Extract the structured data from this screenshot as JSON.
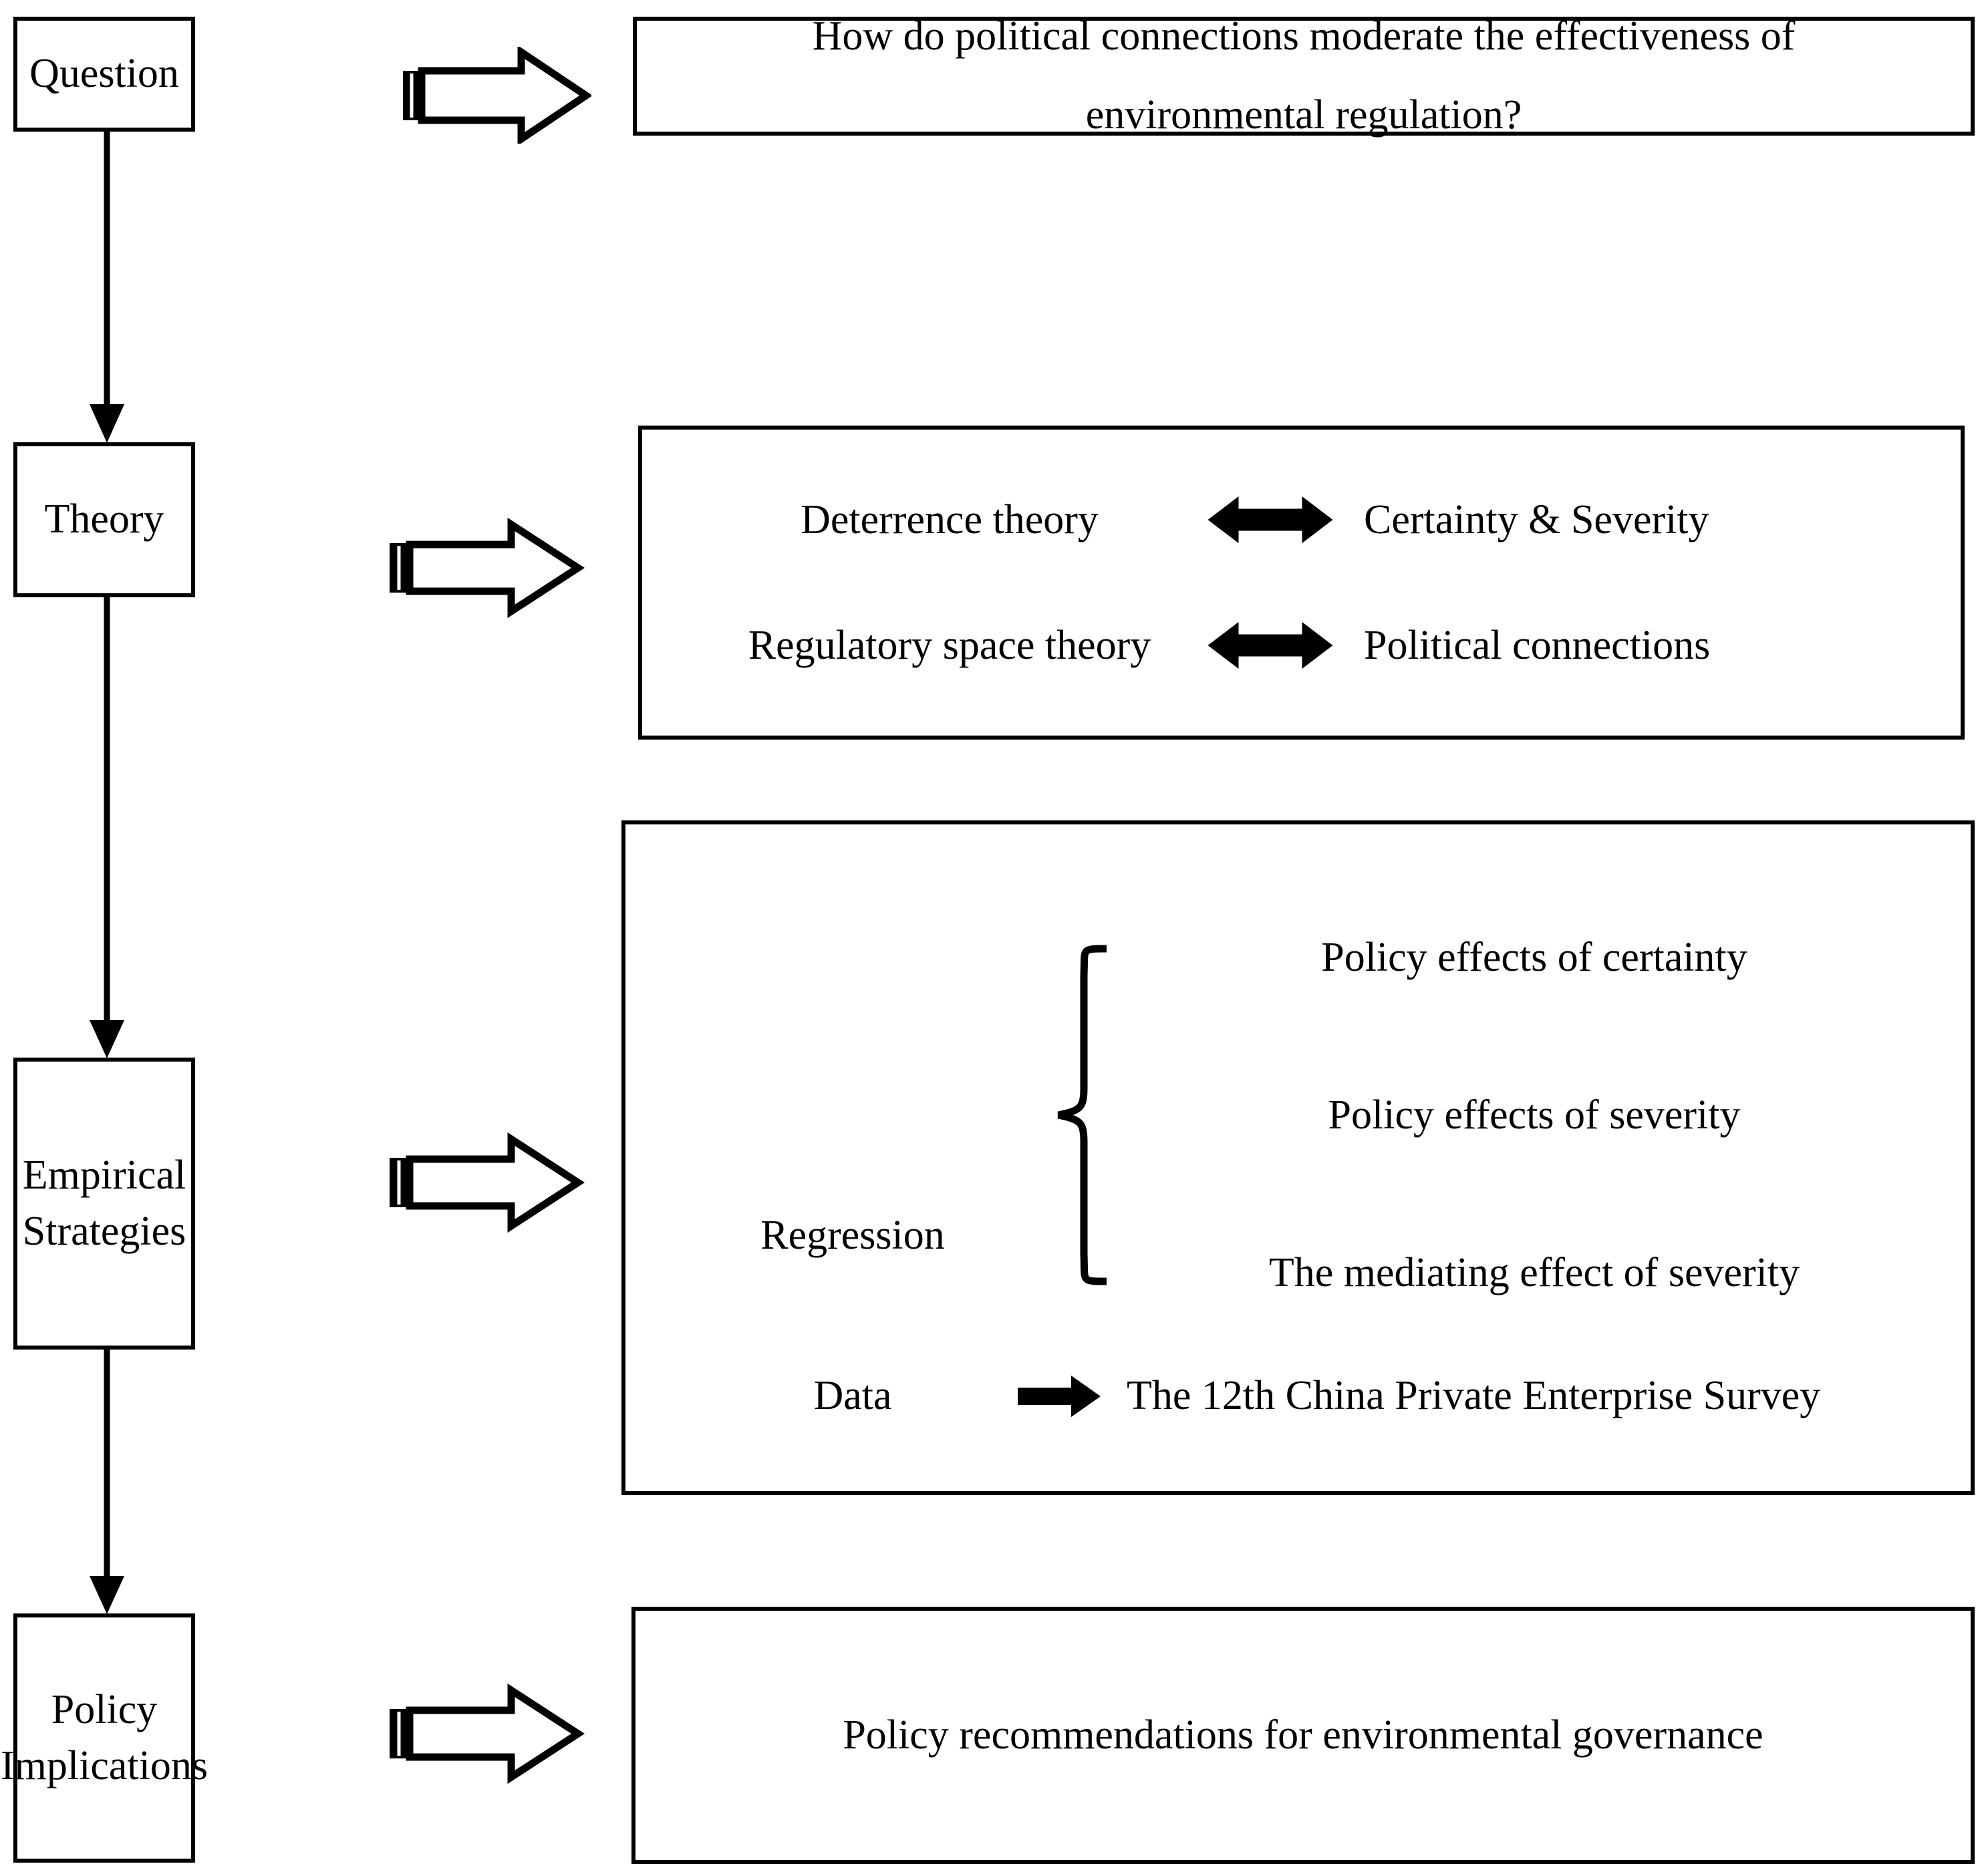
{
  "diagram": {
    "title": "Research framework flowchart",
    "stages": [
      {
        "id": "question",
        "label": "Question"
      },
      {
        "id": "theory",
        "label": "Theory"
      },
      {
        "id": "empirical",
        "label": "Empirical\nStrategies"
      },
      {
        "id": "policy",
        "label": "Policy\nImplications"
      }
    ],
    "question_panel": {
      "line1": "How do political connections moderate the effectiveness of",
      "line2": "environmental regulation?"
    },
    "theory_panel": {
      "rows": [
        {
          "left": "Deterrence theory",
          "arrow": "double-headed-arrow-icon",
          "right": "Certainty & Severity"
        },
        {
          "left": "Regulatory space theory",
          "arrow": "double-headed-arrow-icon",
          "right": "Political connections"
        }
      ]
    },
    "empirical_panel": {
      "regression_label": "Regression",
      "regression_items": [
        "Policy effects of certainty",
        "Policy effects of severity",
        "The mediating effect of severity"
      ],
      "data_label": "Data",
      "data_arrow": "right-arrow-icon",
      "data_value": "The 12th China Private Enterprise Survey"
    },
    "policy_panel": {
      "text": "Policy recommendations for environmental governance"
    },
    "icons": {
      "stage_arrow": "block-right-arrow-icon",
      "flow_connector": "down-arrow-connector-icon",
      "brace": "curly-brace-icon"
    },
    "colors": {
      "stroke": "#000000",
      "background": "#ffffff"
    }
  }
}
